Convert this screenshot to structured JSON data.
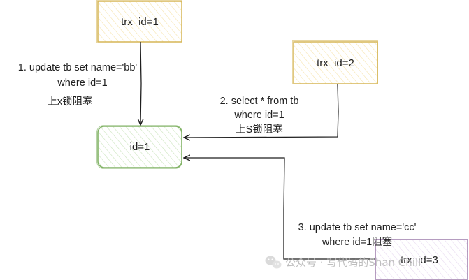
{
  "nodes": {
    "trx1": {
      "label": "trx_id=1",
      "fill": "#fff7e0",
      "stroke": "#d6b656"
    },
    "trx2": {
      "label": "trx_id=2",
      "fill": "#fff7e0",
      "stroke": "#d6b656"
    },
    "row": {
      "label": "id=1",
      "fill": "#e8f5e1",
      "stroke": "#82b366"
    },
    "trx3": {
      "label": "trx_id=3",
      "fill": "#f4edf8",
      "stroke": "#9673a6"
    }
  },
  "edges": {
    "update1": {
      "lines": [
        "1. update tb set name='bb'",
        "where id=1",
        "上x锁阻塞"
      ]
    },
    "select2": {
      "lines": [
        "2. select * from tb",
        "where id=1",
        "上S锁阻塞"
      ]
    },
    "update3": {
      "lines": [
        "3. update tb set name='cc'",
        "where id=1阻塞"
      ]
    }
  },
  "watermark": {
    "text": "公众号 · 写代码的Shan Chili",
    "icon": "wechat-icon"
  },
  "colors": {
    "arrow": "#1f1f1f",
    "watermark": "#b8b8b8"
  }
}
